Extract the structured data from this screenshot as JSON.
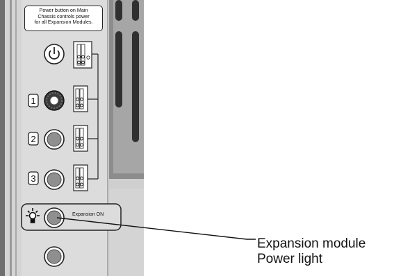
{
  "note_text": "Power button on Main\nChassis controls power\nfor all Expansion Modules.",
  "expansion_label": "Expansion ON",
  "numbers": [
    "1",
    "2",
    "3"
  ],
  "callout": {
    "line1": "Expansion module",
    "line2": "Power light"
  },
  "icons": {
    "power_button": "power-icon",
    "light": "lightbulb-icon"
  }
}
